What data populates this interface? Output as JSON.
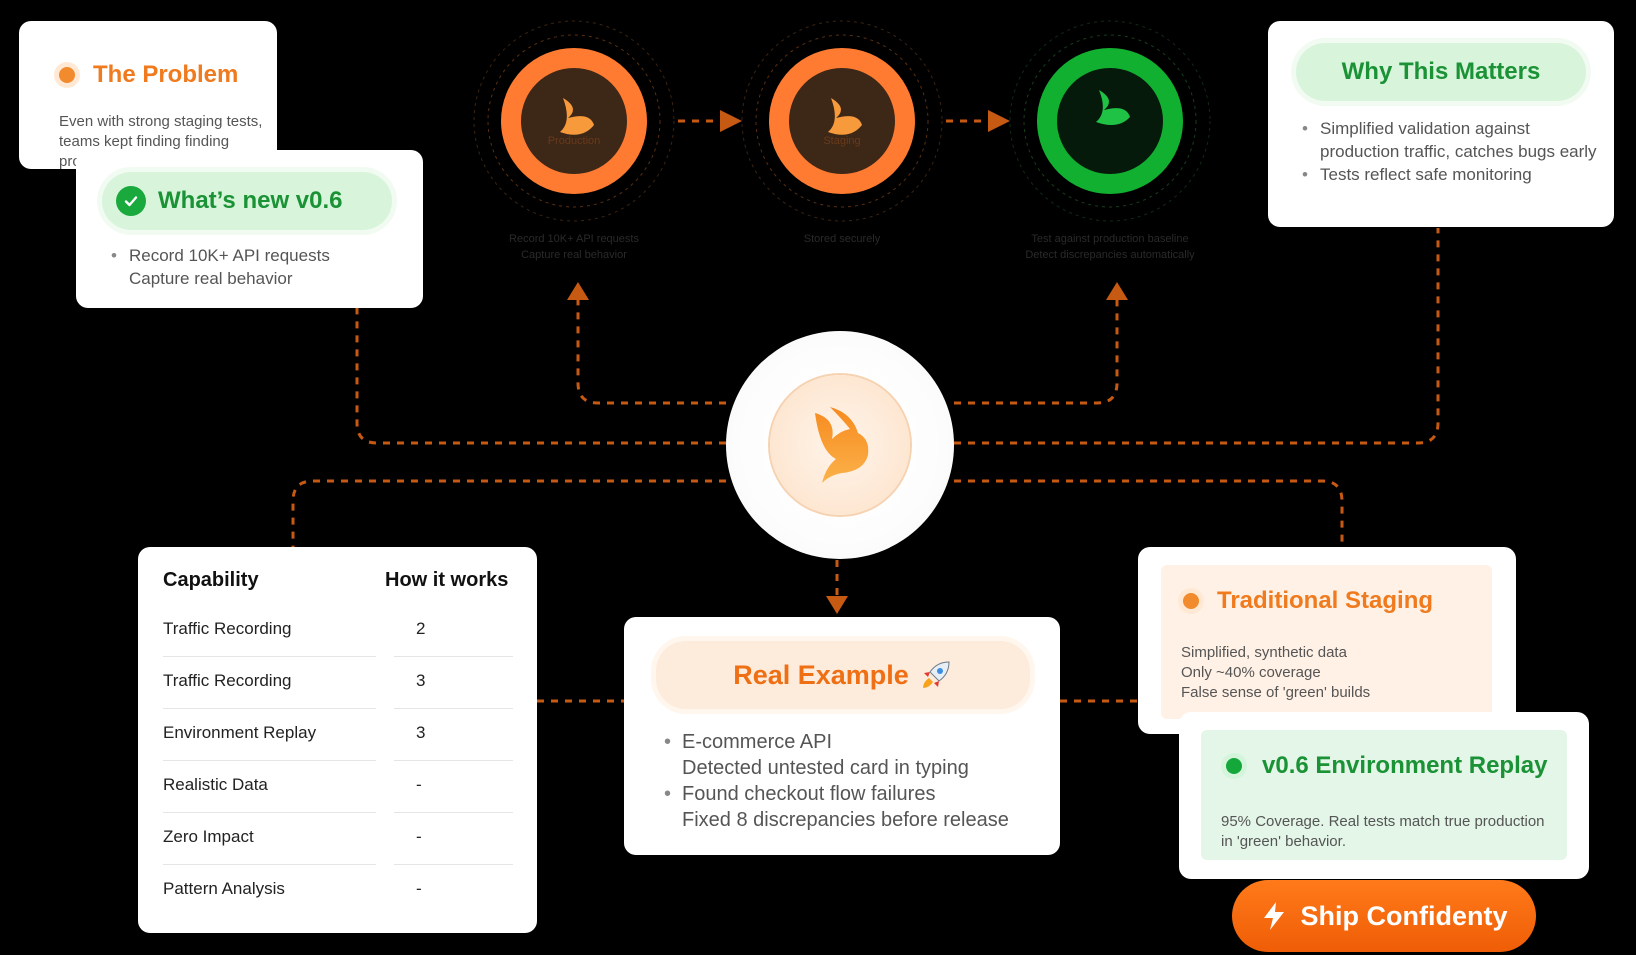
{
  "problem": {
    "title": "The Problem",
    "text": "Even with strong staging tests, teams kept finding finding production."
  },
  "whats_new": {
    "title": "What’s new v0.6",
    "items": [
      "Record 10K+ API requests",
      "Capture real behavior"
    ]
  },
  "why": {
    "title": "Why This Matters",
    "items": [
      "Simplified validation against production traffic, catches bugs early",
      "Tests reflect safe monitoring"
    ]
  },
  "stages": [
    {
      "name": "Production",
      "caption_1": "Record 10K+ API requests",
      "caption_2": "Capture real behavior",
      "color": "#ff7b32"
    },
    {
      "name": "Staging",
      "caption_1": "Stored securely",
      "caption_2": "",
      "color": "#ff7b32"
    },
    {
      "name": "",
      "caption_1": "Test against production baseline",
      "caption_2": "Detect discrepancies automatically",
      "color": "#11b030"
    }
  ],
  "capability": {
    "header_capability": "Capability",
    "header_how": "How it works",
    "rows": [
      {
        "name": "Traffic Recording",
        "value": "2"
      },
      {
        "name": "Traffic Recording",
        "value": "3"
      },
      {
        "name": "Environment Replay",
        "value": "3"
      },
      {
        "name": "Realistic Data",
        "value": "-"
      },
      {
        "name": "Zero Impact",
        "value": "-"
      },
      {
        "name": "Pattern Analysis",
        "value": "-"
      }
    ]
  },
  "example": {
    "title": "Real Example",
    "items": [
      {
        "line_1": "E-commerce API",
        "line_2": "Detected untested card in typing"
      },
      {
        "line_1": "Found checkout flow failures",
        "line_2": "Fixed 8 discrepancies before release"
      }
    ]
  },
  "traditional": {
    "title": "Traditional Staging",
    "lines": [
      "Simplified, synthetic data",
      "Only ~40% coverage",
      "False sense of 'green' builds"
    ]
  },
  "env_replay": {
    "title": "v0.6 Environment Replay",
    "text": "95% Coverage. Real tests match true production in 'green' behavior."
  },
  "ship": {
    "label": "Ship Confidenty"
  },
  "colors": {
    "orange": "#f07a1e",
    "green": "#1a9235",
    "connector": "#c75a12",
    "background": "#000000"
  }
}
